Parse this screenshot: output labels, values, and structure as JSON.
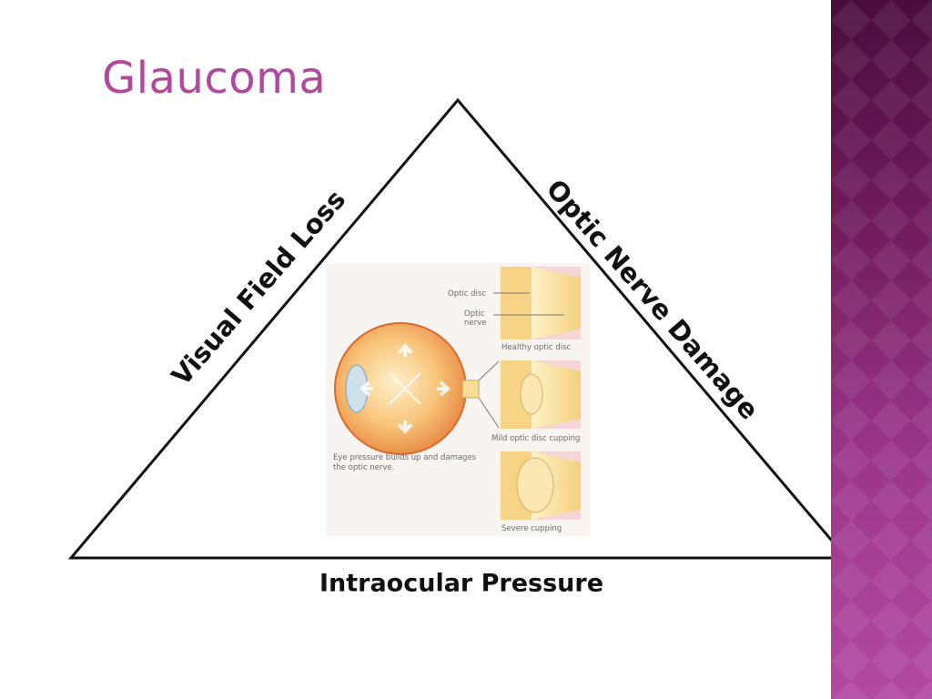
{
  "slide": {
    "title": "Glaucoma",
    "diagram": {
      "left_side_label": "Visual Field Loss",
      "right_side_label": "Optic Nerve Damage",
      "base_label": "Intraocular Pressure"
    },
    "illustration": {
      "optic_disc_label": "Optic disc",
      "optic_nerve_label_line1": "Optic",
      "optic_nerve_label_line2": "nerve",
      "healthy_caption": "Healthy optic disc",
      "mild_caption": "Mild optic disc cupping",
      "severe_caption": "Severe cupping",
      "pressure_caption_line1": "Eye pressure builds up and damages",
      "pressure_caption_line2": "the optic nerve."
    },
    "colors": {
      "title": "#b2479e",
      "accent_band": "#8a2a78",
      "outline": "#111111"
    }
  }
}
